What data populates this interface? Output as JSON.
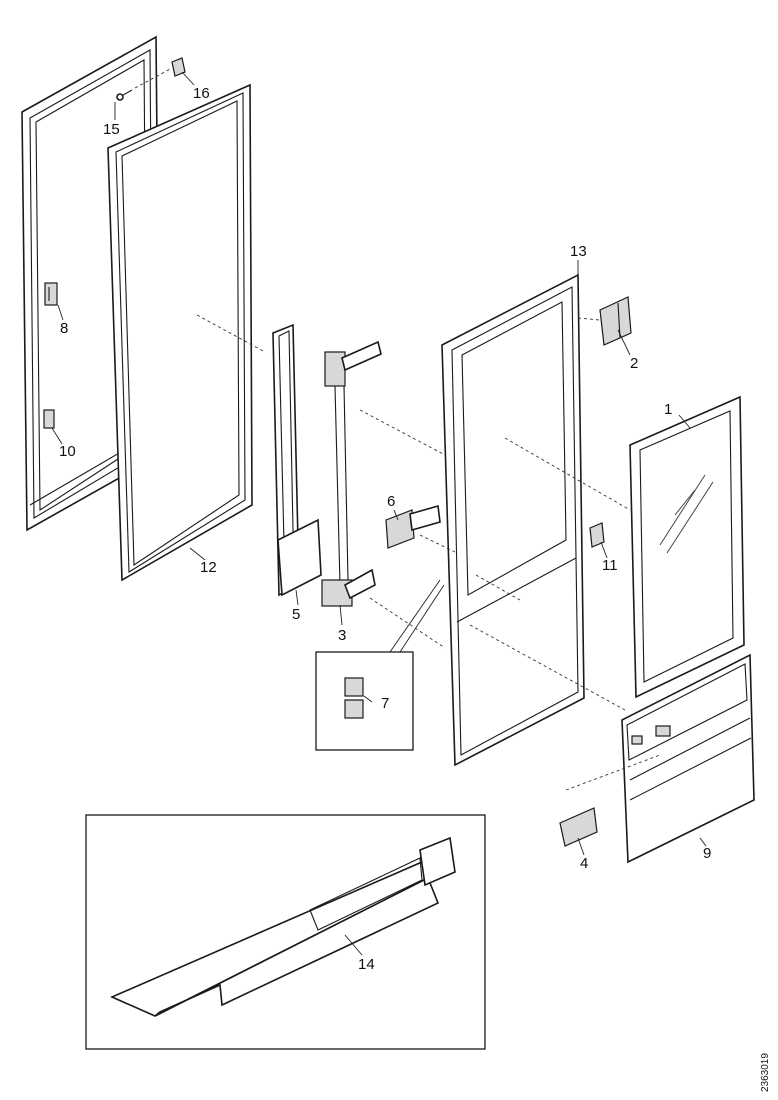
{
  "diagram": {
    "callouts": {
      "c1": "1",
      "c2": "2",
      "c3": "3",
      "c4": "4",
      "c5": "5",
      "c6": "6",
      "c7": "7",
      "c8": "8",
      "c9": "9",
      "c10": "10",
      "c11": "11",
      "c12": "12",
      "c13": "13",
      "c14": "14",
      "c15": "15",
      "c16": "16"
    },
    "drawing_code": "2363019"
  }
}
